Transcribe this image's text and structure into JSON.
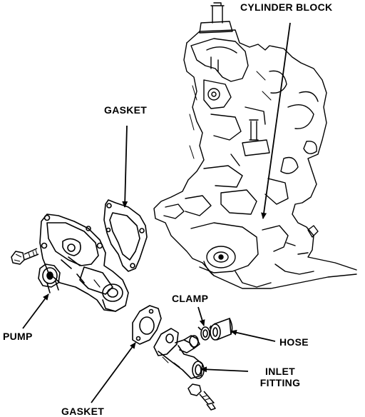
{
  "labels": {
    "cylinder_block": "CYLINDER BLOCK",
    "gasket_top": "GASKET",
    "clamp": "CLAMP",
    "pump": "PUMP",
    "hose": "HOSE",
    "inlet_fitting_line1": "INLET",
    "inlet_fitting_line2": "FITTING",
    "gasket_bottom": "GASKET"
  },
  "colors": {
    "ink": "#000000",
    "background": "#ffffff"
  }
}
